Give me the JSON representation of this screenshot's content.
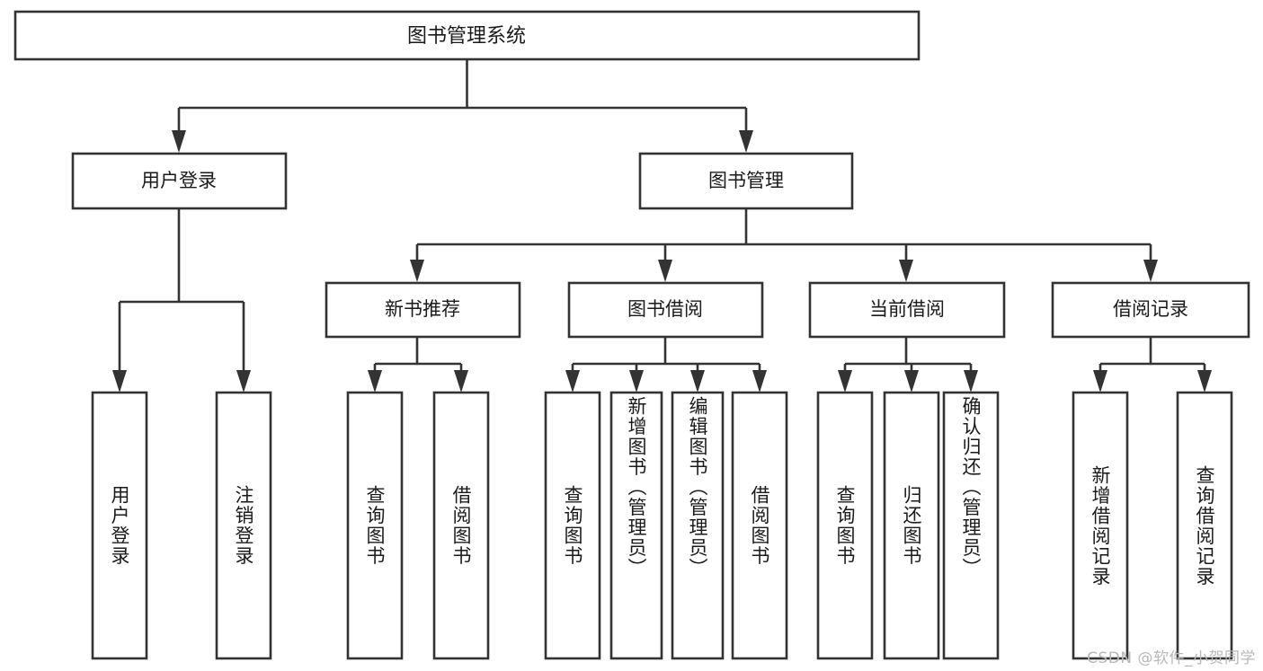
{
  "diagram": {
    "type": "tree-flowchart",
    "title_node": {
      "id": "root",
      "label": "图书管理系统"
    },
    "level2": [
      {
        "id": "user-login",
        "label": "用户登录"
      },
      {
        "id": "book-manage",
        "label": "图书管理"
      }
    ],
    "level3": [
      {
        "id": "new-book-rec",
        "label": "新书推荐"
      },
      {
        "id": "book-borrow",
        "label": "图书借阅"
      },
      {
        "id": "current-borrow",
        "label": "当前借阅"
      },
      {
        "id": "borrow-record",
        "label": "借阅记录"
      }
    ],
    "leaves": [
      {
        "id": "leaf-user-login",
        "label": "用户登录",
        "parent": "user-login"
      },
      {
        "id": "leaf-logout",
        "label": "注销登录",
        "parent": "user-login"
      },
      {
        "id": "leaf-query-book-1",
        "label": "查询图书",
        "parent": "new-book-rec"
      },
      {
        "id": "leaf-borrow-book-1",
        "label": "借阅图书",
        "parent": "new-book-rec"
      },
      {
        "id": "leaf-query-book-2",
        "label": "查询图书",
        "parent": "book-borrow"
      },
      {
        "id": "leaf-add-book",
        "label": "新增图书（管理员）",
        "parent": "book-borrow"
      },
      {
        "id": "leaf-edit-book",
        "label": "编辑图书（管理员）",
        "parent": "book-borrow"
      },
      {
        "id": "leaf-borrow-book-2",
        "label": "借阅图书",
        "parent": "book-borrow"
      },
      {
        "id": "leaf-query-book-3",
        "label": "查询图书",
        "parent": "current-borrow"
      },
      {
        "id": "leaf-return-book",
        "label": "归还图书",
        "parent": "current-borrow"
      },
      {
        "id": "leaf-confirm-return",
        "label": "确认归还（管理员）",
        "parent": "current-borrow"
      },
      {
        "id": "leaf-add-record",
        "label": "新增借阅记录",
        "parent": "borrow-record"
      },
      {
        "id": "leaf-query-record",
        "label": "查询借阅记录",
        "parent": "borrow-record"
      }
    ]
  },
  "watermark": {
    "text": "CSDN @软件_小贺同学"
  },
  "colors": {
    "stroke": "#333333",
    "box_fill": "#ffffff",
    "text": "#1a1a1a",
    "watermark": "#b8b8b8",
    "background": "#ffffff"
  }
}
